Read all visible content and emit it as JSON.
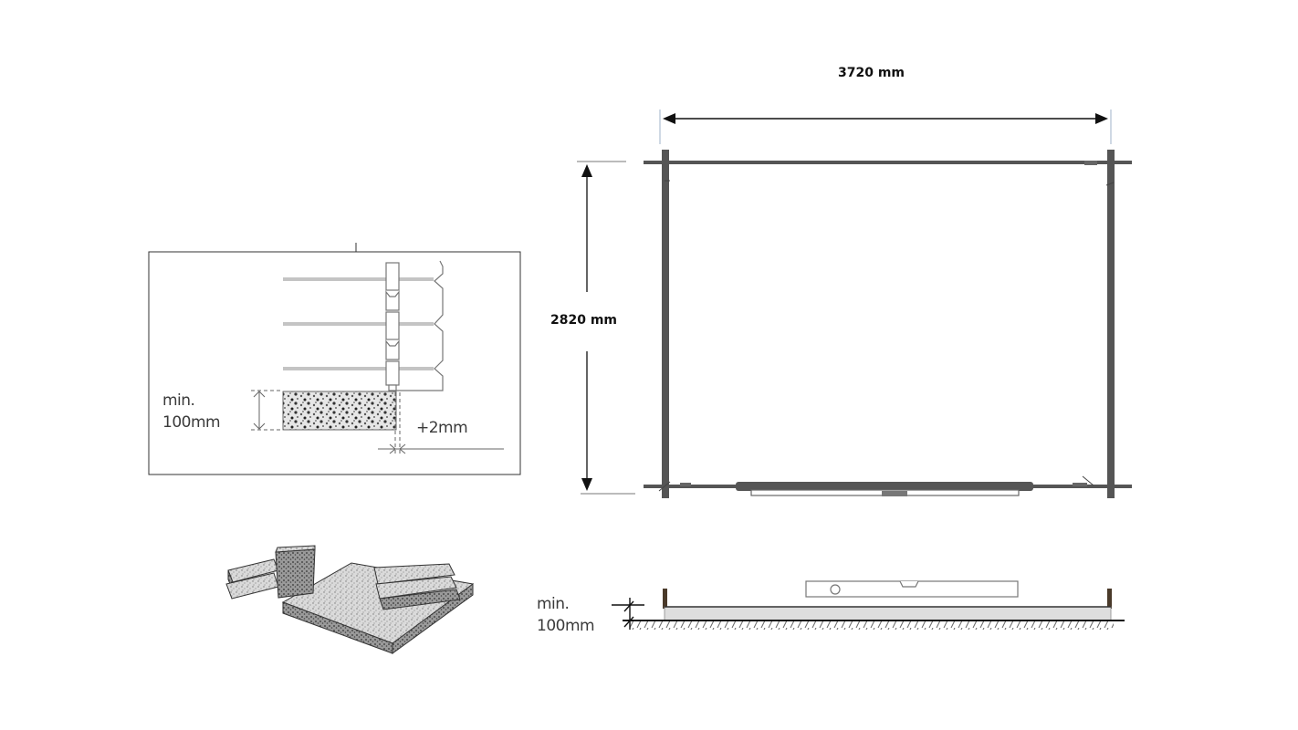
{
  "plan": {
    "width_label": "3720 mm",
    "depth_label": "2820 mm",
    "colors": {
      "wall": "#555555",
      "dimension": "#111111",
      "guide": "#9fb3c8"
    }
  },
  "detail": {
    "min_label_line1": "min.",
    "min_label_line2": "100mm",
    "gap_label": "+2mm"
  },
  "level_view": {
    "min_label_line1": "min.",
    "min_label_line2": "100mm"
  },
  "materials_illustration": {
    "icon": "paving-stones-icon"
  }
}
